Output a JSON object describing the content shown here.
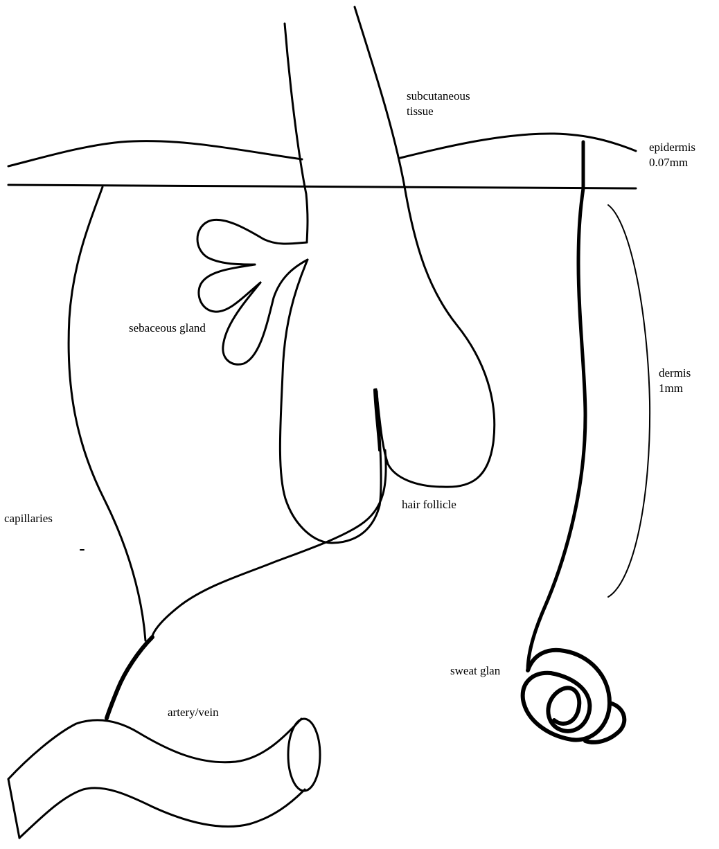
{
  "labels": {
    "subcutaneous": [
      "subcutaneous",
      "tissue"
    ],
    "epidermis": [
      "epidermis",
      "0.07mm"
    ],
    "sebaceous_gland": "sebaceous gland",
    "dermis": [
      "dermis",
      "1mm"
    ],
    "capillaries": "capillaries",
    "hair_follicle": "hair follicle",
    "sweat_gland": "sweat glan",
    "artery_vein": "artery/vein"
  },
  "colors": {
    "line": "#000000",
    "background": "#ffffff"
  }
}
